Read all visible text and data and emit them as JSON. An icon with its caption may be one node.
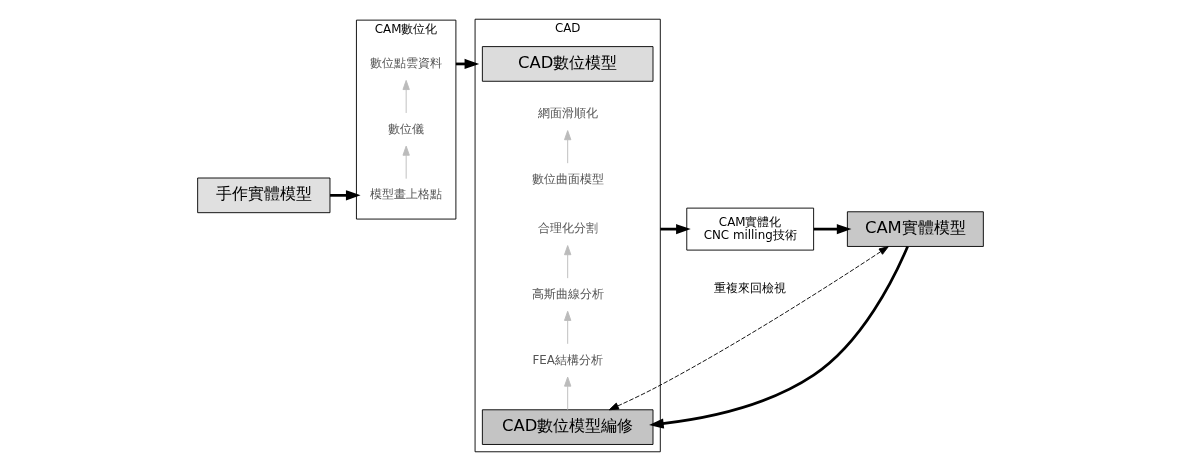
{
  "diagram": {
    "nodes": [
      {
        "text": [
          "手作實體模型"
        ]
      },
      {
        "text": [
          "CAM數位化"
        ]
      },
      {
        "text": [
          "模型畫上格點"
        ],
        "in": 1
      },
      {
        "text": [
          "數位儀"
        ],
        "in": 1
      },
      {
        "text": [
          "數位點雲資料"
        ],
        "in": 1
      },
      {
        "text": [
          "CAD"
        ]
      },
      {
        "text": [
          "CAD數位模型"
        ],
        "in": 5
      },
      {
        "text": [
          "數位曲面模型"
        ],
        "in": 5
      },
      {
        "text": [
          "網面滑順化"
        ],
        "in": 5
      },
      {
        "text": [
          "CAD數位模型編修"
        ],
        "in": 5
      },
      {
        "text": [
          "FEA結構分析"
        ],
        "in": 5
      },
      {
        "text": [
          "高斯曲線分析"
        ],
        "in": 5
      },
      {
        "text": [
          "合理化分割"
        ],
        "in": 5
      },
      {
        "text": [
          "CAM實體化",
          "CNC milling技術"
        ]
      },
      {
        "text": [
          "CAM實體模型"
        ]
      }
    ],
    "edges": [
      {
        "from": 0,
        "to": 1,
        "arrow": "to",
        "style": "thick"
      },
      {
        "from": 2,
        "to": 3,
        "arrow": "to",
        "color": "#bbbbbb"
      },
      {
        "from": 3,
        "to": 4,
        "arrow": "to",
        "color": "#bbbbbb"
      },
      {
        "from": 1,
        "to": 5,
        "arrow": "to",
        "style": "thick"
      },
      {
        "from": 7,
        "to": 8,
        "arrow": "to",
        "color": "#bbbbbb"
      },
      {
        "from": 9,
        "to": 10,
        "arrow": "to",
        "color": "#bbbbbb"
      },
      {
        "from": 10,
        "to": 11,
        "arrow": "to",
        "color": "#bbbbbb"
      },
      {
        "from": 11,
        "to": 12,
        "arrow": "to",
        "color": "#bbbbbb"
      },
      {
        "from": 5,
        "to": 13,
        "arrow": "to",
        "style": "thick"
      },
      {
        "from": 13,
        "to": 14,
        "arrow": "to",
        "style": "thick"
      },
      {
        "from": 14,
        "to": 9,
        "arrow": "both",
        "style": "dashed",
        "label": "重複來回檢視"
      },
      {
        "from": 14,
        "to": 9,
        "arrow": "to",
        "style": "thick"
      }
    ]
  }
}
